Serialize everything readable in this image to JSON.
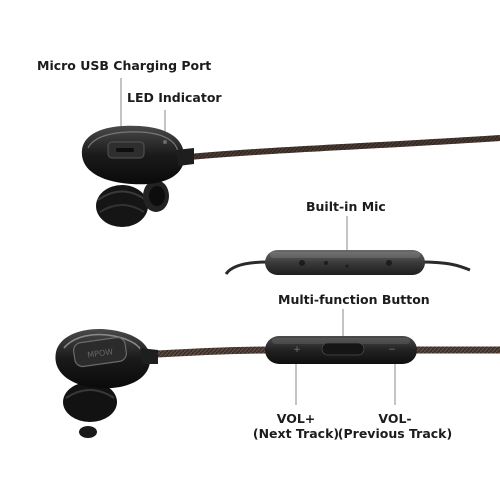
{
  "labels": {
    "micro_usb_port": "Micro USB Charging Port",
    "led_indicator": "LED Indicator",
    "built_in_mic": "Built-in Mic",
    "multi_function_button": "Multi-function Button",
    "vol_plus_line1": "VOL+",
    "vol_plus_line2": "(Next Track)",
    "vol_minus_line1": "VOL-",
    "vol_minus_line2": "(Previous Track)"
  },
  "colors": {
    "text": "#1c1c1c",
    "leader_line": "#8a8a8a",
    "earbud_body": "#1a1a1a",
    "cable": "#4a3a33",
    "remote_body": "#2b2b2b"
  }
}
